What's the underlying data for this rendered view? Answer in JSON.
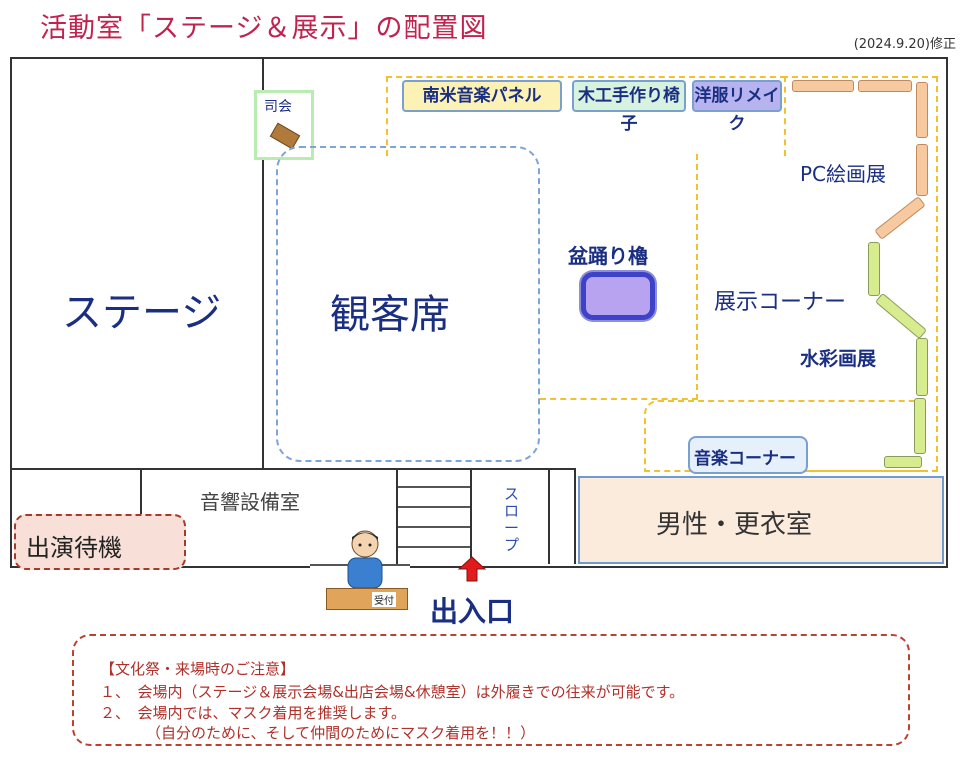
{
  "title": "活動室「ステージ＆展示」の配置図",
  "revision": "(2024.9.20)修正",
  "rooms": {
    "stage": "ステージ",
    "audience": "観客席",
    "sound_room": "音響設備室",
    "performer_waiting": "出演待機",
    "slope": "スロープ",
    "changing_room": "男性・更衣室",
    "entrance": "出入口",
    "mc": "司会",
    "reception": "受付"
  },
  "exhibits": {
    "panel_1": "南米音楽パネル",
    "panel_2": "木工手作り椅子",
    "panel_3": "洋服リメイク",
    "pc_art": "PC絵画展",
    "bon_odori": "盆踊り櫓",
    "exhibit_corner": "展示コーナー",
    "watercolor": "水彩画展",
    "music_corner": "音楽コーナー"
  },
  "notes": {
    "heading": "【文化祭・来場時のご注意】",
    "item1": "１、　会場内（ステージ＆展示会場&出店会場&休憩室）は外履きでの往来が可能です。",
    "item2": "２、　会場内では、マスク着用を推奨します。",
    "item3": "（自分のために、そして仲間のためにマスク着用を！！）"
  },
  "colors": {
    "title": "#c0234e",
    "label_navy": "#1b2f82",
    "panel_yellow": "#fdf2b5",
    "panel_green": "#d8f2e0",
    "panel_purple": "#b7b3ef",
    "screen_orange": "#f7c9a0",
    "screen_green": "#d6ec8e",
    "changing_room_bg": "#fbebdc",
    "yagura": "#b8a3f0",
    "notes_red": "#b0302a"
  }
}
